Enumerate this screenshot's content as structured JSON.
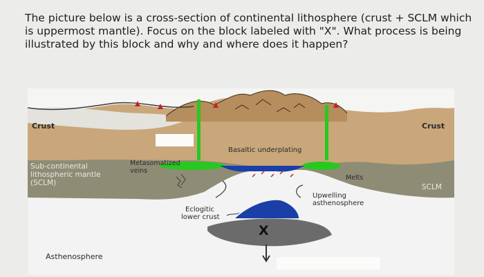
{
  "question": {
    "lines": [
      "The picture below is a cross-section of continental lithosphere (crust + SCLM which",
      "is uppermost mantle). Focus on the block labeled with \"X\". What process is being",
      "illustrated by this block and why and where does it happen?"
    ]
  },
  "figure": {
    "labels": {
      "crust_left": "Crust",
      "crust_right": "Crust",
      "basaltic_underplating": "Basaltic underplating",
      "metasomatized_veins": [
        "Metasomatized",
        "veins"
      ],
      "sclm_left": [
        "Sub-continental",
        "lithospheric mantle",
        "(SCLM)"
      ],
      "sclm_right": "SCLM",
      "melts": "Melts",
      "upwelling": [
        "Upwelling",
        "asthenosphere"
      ],
      "eclogitic": [
        "Eclogitic",
        "lower crust"
      ],
      "x_marker": "X",
      "asthenosphere": "Asthenosphere"
    },
    "colors": {
      "crust": "#c9a77a",
      "mountains": "#b68d5c",
      "sclm": "#8f8c76",
      "asthenosphere": "#f3f3f3",
      "underplating": "#27c91f",
      "melt_blue": "#1a3fa6",
      "eclogite": "#6b6b6b",
      "volcano": "#c82027"
    }
  }
}
